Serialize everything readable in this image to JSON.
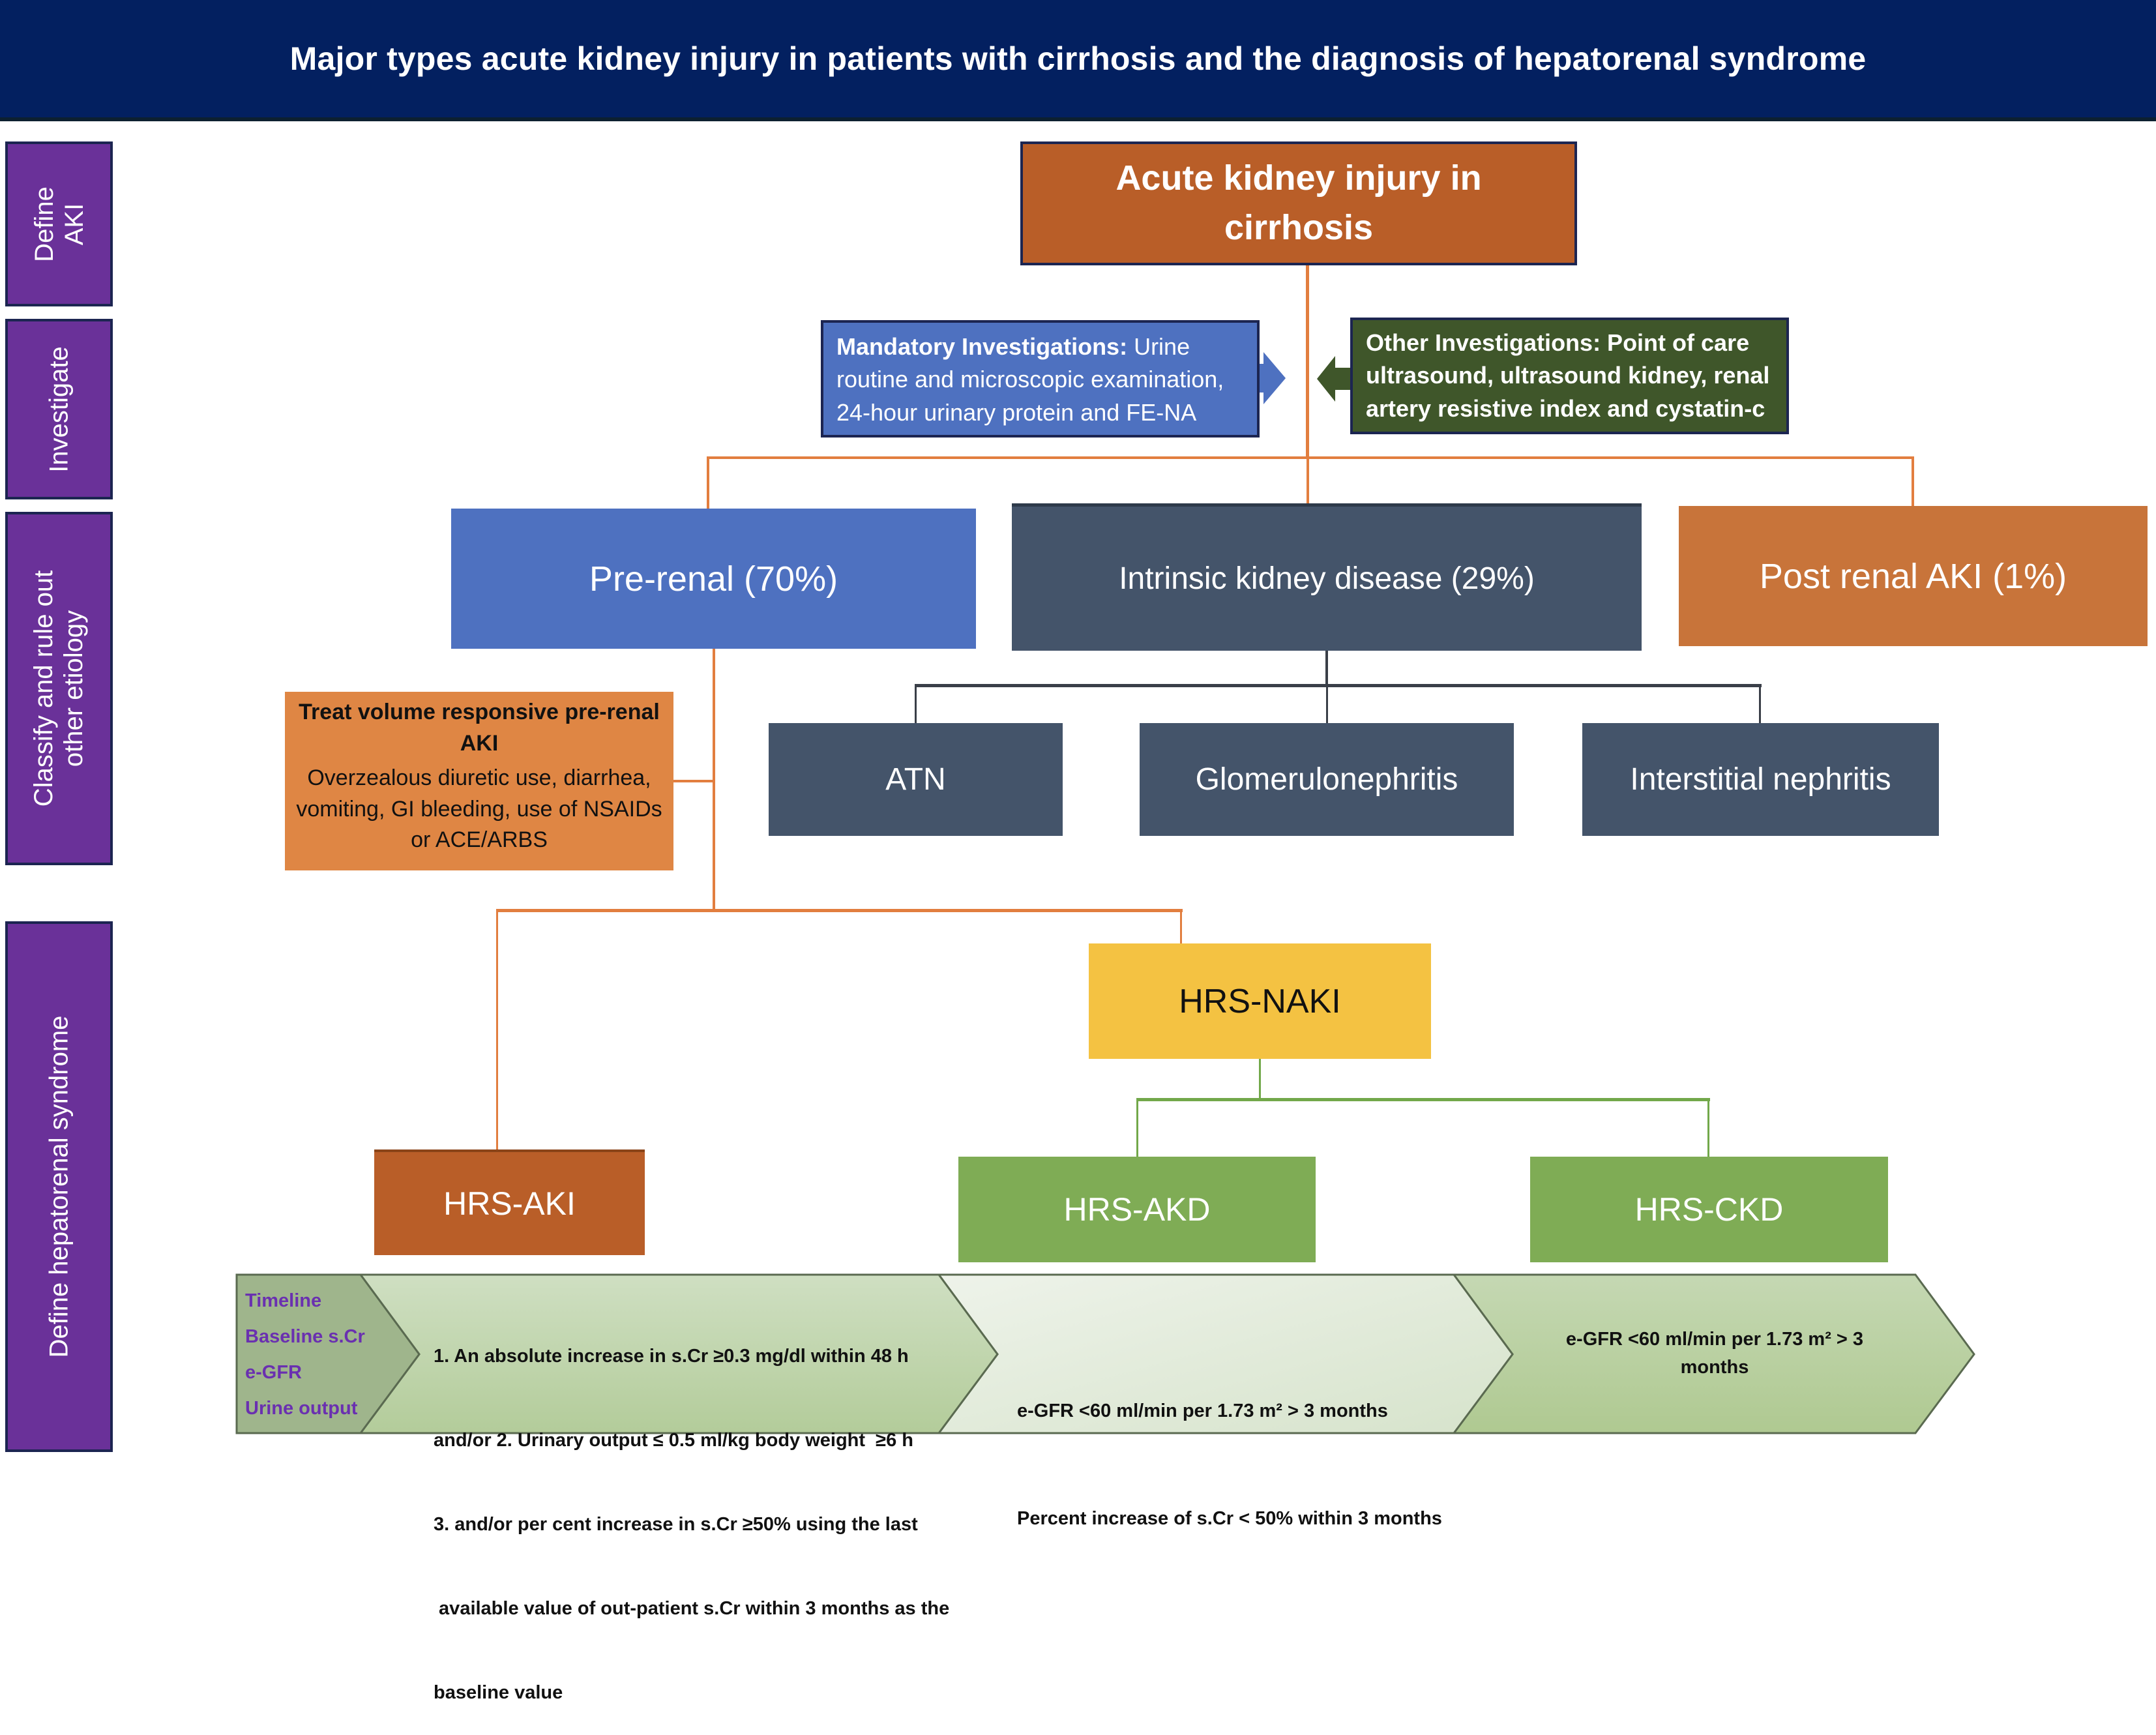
{
  "header": {
    "title": "Major types  acute kidney injury in patients with cirrhosis and the diagnosis of hepatorenal syndrome"
  },
  "stages": [
    {
      "label": "Define\nAKI"
    },
    {
      "label": "Investigate"
    },
    {
      "label": "Classify and rule out\nother etiology"
    },
    {
      "label": "Define hepatorenal syndrome"
    }
  ],
  "nodes": {
    "aki": {
      "label": "Acute kidney injury in cirrhosis"
    },
    "mandatory": {
      "title": "Mandatory Investigations:",
      "text": " Urine routine and microscopic examination, 24-hour urinary protein and FE-NA"
    },
    "other": {
      "text": "Other Investigations: Point of care ultrasound, ultrasound kidney, renal artery resistive index and cystatin-c"
    },
    "prerenal": {
      "label": "Pre-renal (70%)"
    },
    "intrinsic": {
      "label": "Intrinsic kidney disease (29%)"
    },
    "postrenal": {
      "label": "Post renal AKI (1%)"
    },
    "atn": {
      "label": "ATN"
    },
    "glom": {
      "label": "Glomerulonephritis"
    },
    "interstitial": {
      "label": "Interstitial nephritis"
    },
    "treat": {
      "title": "Treat volume responsive pre-renal AKI",
      "text": "Overzealous diuretic use, diarrhea, vomiting,  GI bleeding, use of NSAIDs or ACE/ARBS"
    },
    "hrs_aki": {
      "label": "HRS-AKI"
    },
    "hrs_naki": {
      "label": "HRS-NAKI"
    },
    "hrs_akd": {
      "label": "HRS-AKD"
    },
    "hrs_ckd": {
      "label": "HRS-CKD"
    }
  },
  "criteria": {
    "row_labels": [
      "Timeline",
      "Baseline s.Cr",
      "e-GFR",
      "Urine output"
    ],
    "aki_lines": [
      "1. An absolute increase in s.Cr ≥0.3 mg/dl within 48 h",
      "and/or 2. Urinary output ≤ 0.5 ml/kg body weight  ≥6 h",
      "3. and/or per cent increase in s.Cr ≥50% using the last",
      " available value of out-patient s.Cr within 3 months as the",
      "baseline value"
    ],
    "akd_lines": [
      "e-GFR <60 ml/min per 1.73 m² > 3 months",
      "Percent increase of s.Cr < 50% within 3 months"
    ],
    "ckd_lines": [
      "e-GFR <60 ml/min per 1.73 m² > 3",
      "months"
    ]
  },
  "colors": {
    "header": "#032060",
    "stage": "#6a3199",
    "aki": "#b95e28",
    "mandatory": "#4e71c0",
    "other": "#3f562a",
    "prerenal": "#4e71c0",
    "intrinsic": "#44546a",
    "postrenal": "#c8743a",
    "treat": "#df8644",
    "hrs_aki": "#b95e28",
    "hrs_naki": "#f4c242",
    "hrs_green": "#7fac55",
    "connector_orange": "#e27e3f",
    "connector_green": "#72a84a"
  }
}
